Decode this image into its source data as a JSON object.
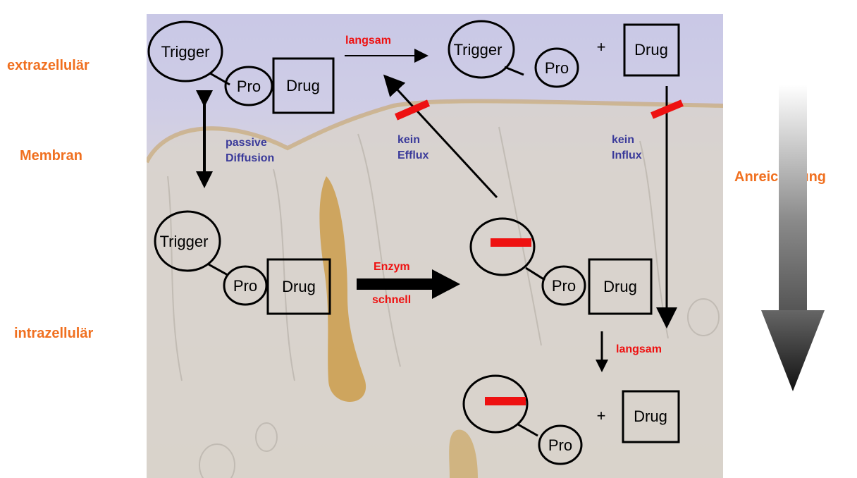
{
  "left_labels": {
    "extrazellular": "extrazellulär",
    "membran": "Membran",
    "intrazellular": "intrazellulär"
  },
  "right_label": "Anreicherung",
  "nodes": {
    "trigger": "Trigger",
    "pro": "Pro",
    "drug": "Drug",
    "plus": "+"
  },
  "arrows": {
    "langsam_top": "langsam",
    "langsam_bottom": "langsam",
    "enzym": "Enzym",
    "schnell": "schnell",
    "passive_1": "passive",
    "passive_2": "Diffusion",
    "kein_efflux_1": "kein",
    "kein_efflux_2": "Efflux",
    "kein_influx_1": "kein",
    "kein_influx_2": "Influx"
  },
  "colors": {
    "side_label": "#f07020",
    "red_label": "#ee1111",
    "blue_label": "#3a3a9a",
    "block_bar": "#ee1111"
  }
}
